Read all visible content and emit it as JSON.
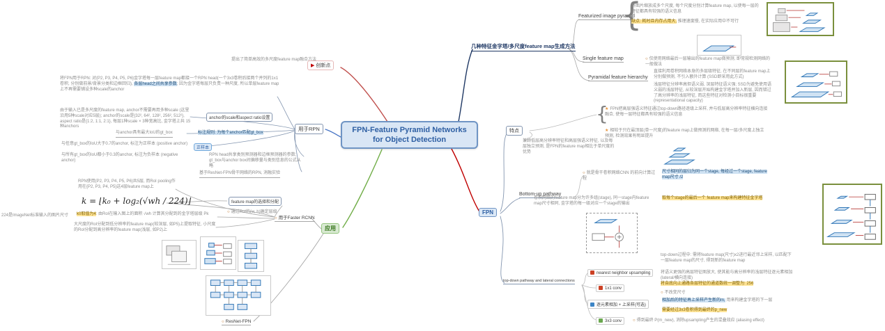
{
  "icons": {
    "flag": "▶",
    "circle": "○",
    "star": "★",
    "brace": "{"
  },
  "colors": {
    "center_blue": "#2e5fa3",
    "branch_red": "#c0504d",
    "branch_navy": "#1f3864",
    "branch_crimson": "#c00000",
    "branch_green": "#70ad47",
    "branch_blue": "#4472c4",
    "highlight_yellow": "#ffe599",
    "highlight_blue": "#cfe2f3",
    "image_border_olive": "#7a8f3c"
  },
  "center": {
    "title": "FPN-Feature Pyramid Networks for Object Detection"
  },
  "innovation": {
    "label": "创新点",
    "note": "提出了简单高效的多尺度feature map融合方法"
  },
  "methods": {
    "label": "几种特征金字塔/多尺度feature map生成方法",
    "featurized": {
      "label": "Featurized image pyramid",
      "note1": "将图片缩放成多个尺度, 每个尺度分别计算feature map, 以使每一层的特征都具有较强的语义信息",
      "note2_hl": "缺点: 耗时且内存占用大,",
      "note2_rest": " 推理速度慢, 在实际应用中不可行"
    },
    "single": {
      "label": "Single feature map",
      "note1": "仅使用网络最后一层输出的feature map做预测, 即常规检测网络的一般做法"
    },
    "pyramidal": {
      "label": "Pyramidal feature hierarchy",
      "note1": "直接利用卷积网络本身的多层级特征, 在不同层的feature map上分别做预测, 不引入额外计算 (SSD即采用此方式)",
      "note2": "浅层特征分辨率高但语义弱, 深层特征语义强; SSD为避免使用语义弱的浅层特征, 从较深层开始构建金字塔并加入新层, 因而错过了高分辨率的浅层特征, 而这些特征对检测小目标很重要 (representational capacity)"
    }
  },
  "fpn": {
    "label": "FPN",
    "traits": {
      "label": "特点",
      "note1": "FPN把高层强语义特征通过top-down路径逐级上采样, 并与低层高分辨率特征横向连接融合, 使每一层特征都具有较强的语义信息",
      "note2": "相较于只在最顶层(单一尺度)的feature map上做预测的网络, 在每一层/多尺度上独立预测, 检测效果有明显提升",
      "note3": "兼顾低层高分辨率特征和高层强语义特征, 以及每层独立预测, 是FPN的feature map相比于单尺度的优势"
    },
    "bottomup": {
      "label": "Bottom-up pathway",
      "note1": "就是骨干卷积网络CNN 的前向计算过程",
      "note2_hl": "尺寸相同的层归为同一个stage, 每经过一个stage, feature map尺寸 /2",
      "note3": "卷积网络的feature map分为许多组(stage), 同一stage内feature map尺寸相同, 金字塔的每一级对应一个stage的输出",
      "note4_hl": "取每个stage的最后一个 feature map来构建特征金字塔"
    },
    "topdown": {
      "label": "top-down pathway and lateral connections",
      "upsampling": {
        "label": "nearest neighbor upsampling",
        "note1": "top-down过程中: 需将feature map(尺寸)x2进行最近邻上采样, 以匹配下一层feature map的尺寸, 得到新的feature map",
        "note2": "将语义更强的高层特征图放大, 使其能与高分辨率的浅层特征逐元素相加 (lateral/横向连接)"
      },
      "conv1": {
        "label": "1x1 conv",
        "note1_hl": "将自底向上通路各层特征的通道数统一调整为: 256",
        "note2": "不改变尺寸"
      },
      "add": {
        "label": "逐元素相加 + 上采样(可选)",
        "note1_hl": "相加后的特征再上采样产生新的m,",
        "note1_rest": " 用来构建金字塔的下一层",
        "note2_hl": "需要经过3x3卷积得到最终的p_new"
      },
      "conv3": {
        "label": "3x3 conv",
        "note1": "得到最终 P(m_new), 消除upsampling产生的混叠效应 (aliasing effect)"
      }
    }
  },
  "rpn": {
    "label": "用于RPN",
    "head_a": "将FPN用于RPN: 对{P2, P3, P4, P5, P6}金字塔每一层feature map都接一个RPN head(一个3x3卷积后接两个并列的1x1卷积, 分别做前景/背景分类和边框回归), ",
    "head_hl": "各层head之间共享参数",
    "head_b": "; 因为金字塔每层只负责一种尺度, 所以单层feature map上不再需要铺设多种scale的anchor",
    "anchor_note": "由于输入已是多尺度的feature map, anchor不需要再用多种scale (这里沿用5种scale对应5层); anchor的scale是{32², 64², 128², 256², 512²}, aspect ratio是{1:2, 1:1, 2:1}, 每层1种scale × 3种宽高比, 金字塔上共 15 种anchors",
    "anchor_link": "anchor的scale和aspect ratio设置",
    "gt_note": "与anchor具有最大IoU的gt_box",
    "rule_hl": "标注规则: 为每个anchor匹配gt_box",
    "positive": "与任意gt_box的IoU大于0.7的anchor, 标注为正样本 (positive anchor)",
    "positive_tag": "正样本",
    "negative": "与所有gt_box的IoU都小于0.3的anchor, 标注为负样本 (negative anchor)",
    "share_note": "RPN head共享类别预测器和边框预测器的参数; gt_box与anchor box间偏移量与类别信息的公式从略",
    "ablation": "基于ResNet-FPN骨干网络的RPN, 消融实验"
  },
  "application": {
    "label": "应用",
    "faster": {
      "label": "用于Faster RCNN",
      "layers_note": "RPN使用{P2, P3, P4, P5, P6}共5层, 而RoI pooling作用在{P2, P3, P4, P5}这4层feature map上",
      "formula": "k = ⌊k₀ + log₂(√wh / 224)⌋",
      "assign_box": "feature map的选择和分配",
      "assign_note": "通过RoI的(w, h)确定层级",
      "k0_hl": "k0取值为4",
      "k0_rest": ": 由RoI在输入图上的面积 √wh 计算其分配到的金字塔层级 Pk",
      "imagenet_note": "224是ImageNet标准输入的图片尺寸",
      "scale_note": "大尺度的RoI分配到低分辨率的feature map(较深层, 如P5)上提取特征, 小尺度的RoI分配到高分辨率的feature map(浅层, 如P2)上"
    },
    "resnet": {
      "label": "ResNet-FPN"
    }
  }
}
